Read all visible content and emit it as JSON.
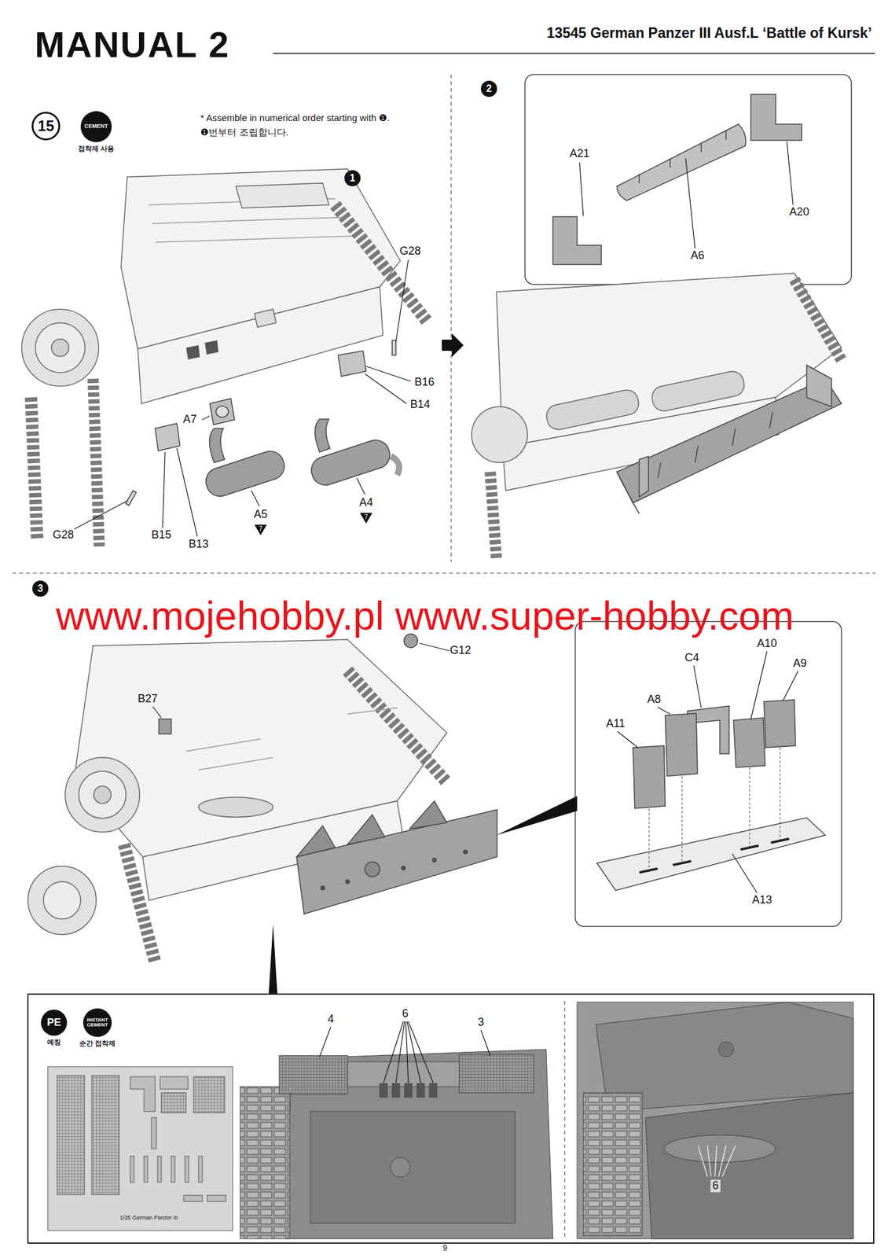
{
  "diagram": {
    "title": "MANUAL 2",
    "nodes": [
      {
        "text": [
          "15"
        ]
      },
      {
        "text": [
          "CEMENT",
          "접착제 사용"
        ]
      },
      {
        "text": [
          "PE",
          "예칭"
        ]
      },
      {
        "text": [
          "INSTANT CEMENT",
          "순간 접착제"
        ]
      }
    ],
    "labels": [
      "13545 German Panzer III Ausf.L ‘Battle of Kursk’",
      "* Assemble in numerical order starting with ❶.",
      "❶번부터 조립합니다.",
      "1",
      "G28",
      "B16",
      "B14",
      "A7",
      "A5",
      "7",
      "A4",
      "7",
      "G28",
      "B15",
      "B13",
      "2",
      "A21",
      "A20",
      "A6",
      "3",
      "www.mojehobby.pl www.super-hobby.com",
      "G12",
      "B27",
      "C4",
      "A10",
      "A9",
      "A8",
      "A11",
      "A13",
      "1/35 German Panzer III",
      "4",
      "6",
      "3",
      "6",
      "9"
    ]
  }
}
